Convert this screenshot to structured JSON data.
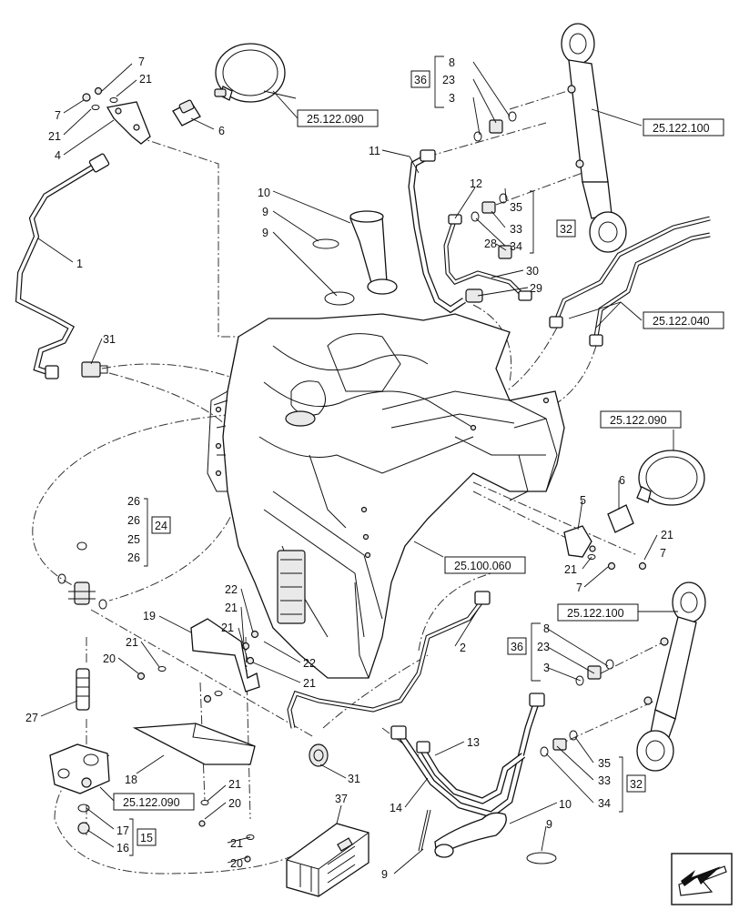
{
  "callouts": {
    "c1": "1",
    "c2": "2",
    "c3a": "3",
    "c3b": "3",
    "c4": "4",
    "c5": "5",
    "c6a": "6",
    "c6b": "6",
    "c7a": "7",
    "c7b": "7",
    "c7c": "7",
    "c7d": "7",
    "c8a": "8",
    "c8b": "8",
    "c9a": "9",
    "c9b": "9",
    "c9c": "9",
    "c9d": "9",
    "c10a": "10",
    "c10b": "10",
    "c11": "11",
    "c12": "12",
    "c13": "13",
    "c14": "14",
    "c16": "16",
    "c17": "17",
    "c18": "18",
    "c19": "19",
    "c20a": "20",
    "c20b": "20",
    "c20c": "20",
    "c21a": "21",
    "c21b": "21",
    "c21c": "21",
    "c21d": "21",
    "c21e": "21",
    "c21f": "21",
    "c21g": "21",
    "c21h": "21",
    "c21i": "21",
    "c22a": "22",
    "c22b": "22",
    "c23a": "23",
    "c23b": "23",
    "c25": "25",
    "c26a": "26",
    "c26b": "26",
    "c26c": "26",
    "c27": "27",
    "c28": "28",
    "c29": "29",
    "c30": "30",
    "c31a": "31",
    "c31b": "31",
    "c33a": "33",
    "c33b": "33",
    "c34a": "34",
    "c34b": "34",
    "c35a": "35",
    "c35b": "35",
    "c37": "37"
  },
  "groups": {
    "g36a": "36",
    "g36b": "36",
    "g32a": "32",
    "g32b": "32",
    "g24": "24",
    "g15": "15"
  },
  "references": {
    "r1": "25.122.090",
    "r2": "25.122.100",
    "r3": "25.122.040",
    "r4": "25.122.090",
    "r5": "25.100.060",
    "r6": "25.122.100",
    "r7": "25.122.090"
  },
  "nav": {
    "icon": "next-arrow-icon"
  }
}
